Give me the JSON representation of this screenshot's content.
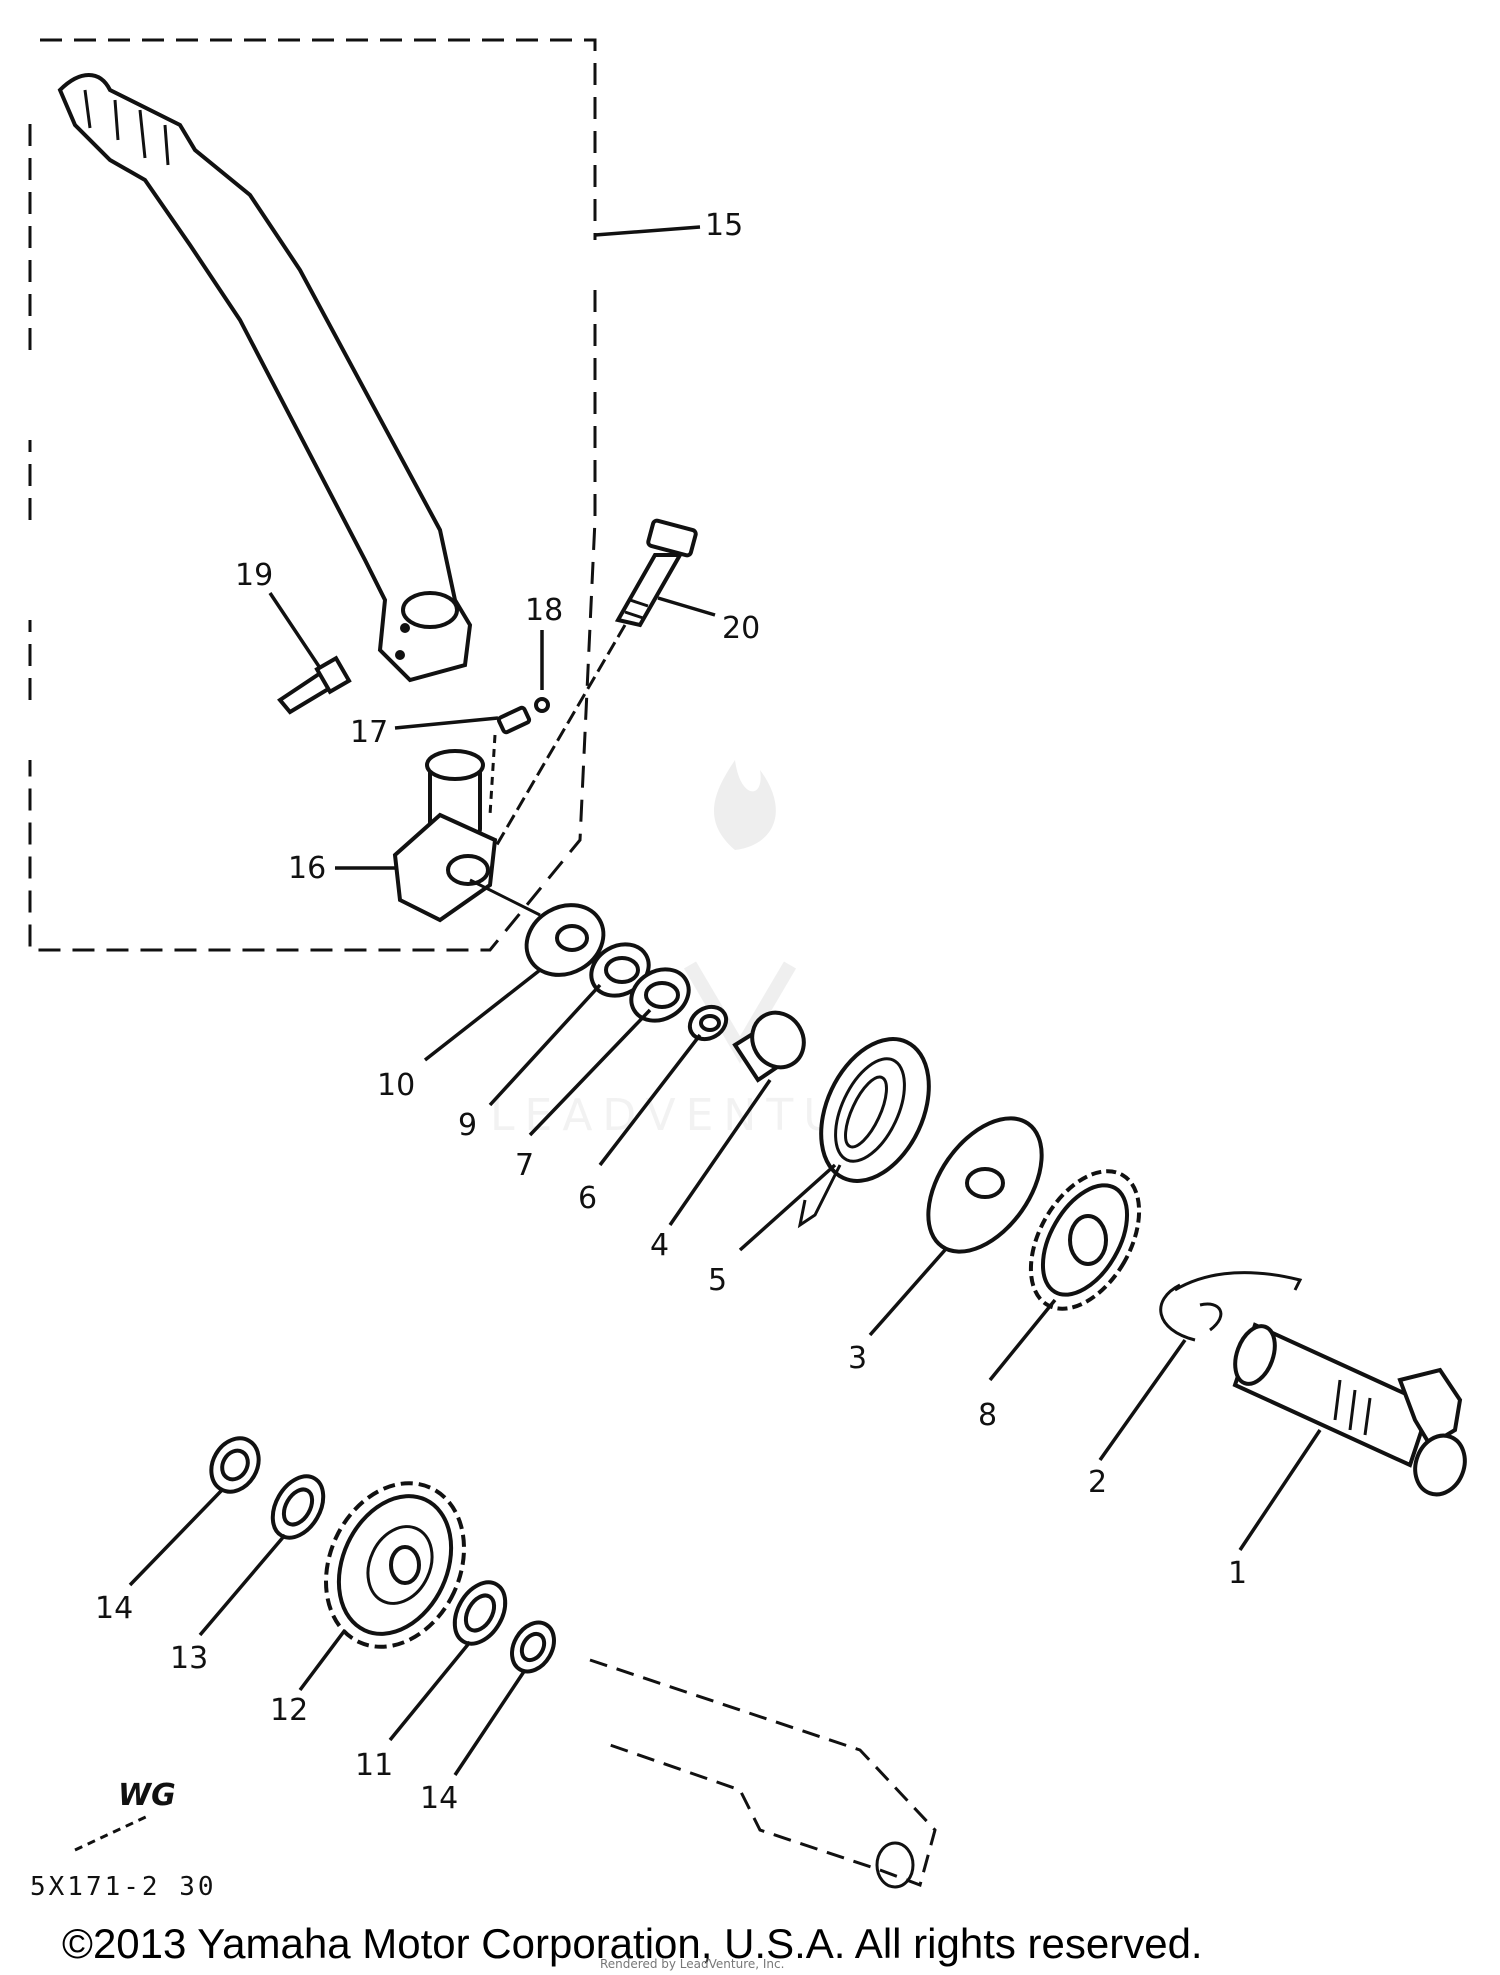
{
  "diagram": {
    "part_labels": [
      "1",
      "2",
      "3",
      "4",
      "5",
      "6",
      "7",
      "8",
      "9",
      "10",
      "11",
      "12",
      "13",
      "14",
      "14",
      "15",
      "16",
      "17",
      "18",
      "19",
      "20"
    ],
    "drawing_code": "5X171-2 30",
    "stamp_text": "WG",
    "watermark_text": "LEADVENTURE",
    "copyright": "©2013 Yamaha Motor Corporation, U.S.A. All rights reserved.",
    "footer_small_text": "Rendered by LeadVenture, Inc."
  }
}
